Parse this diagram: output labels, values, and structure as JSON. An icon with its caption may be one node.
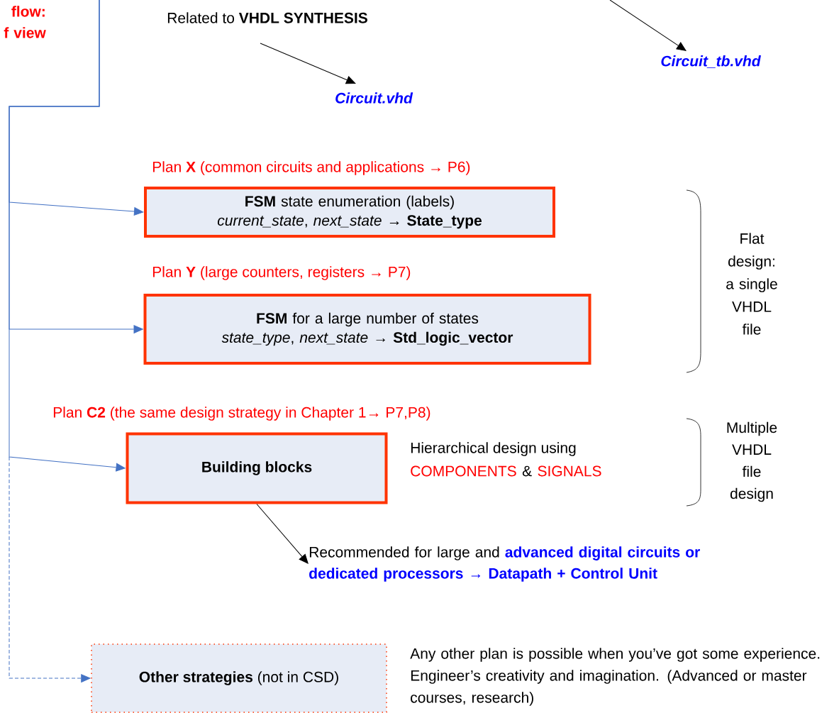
{
  "diagram": {
    "nodes": [
      {
        "text": [
          "Related to **VHDL SYNTHESIS**"
        ]
      },
      {
        "text": [
          "Circuit.vhd"
        ]
      },
      {
        "text": [
          "Circuit_tb.vhd"
        ]
      },
      {
        "text": [
          "Plan **X** (common circuits and applications → P6)",
          "**FSM** state enumeration (labels) *current_state*, *next_state* → **State_type**"
        ]
      },
      {
        "text": [
          "Plan **Y** (large counters, registers → P7)",
          "**FSM** for a large number of states *state_type*, *next_state* → **Std_logic_vector**"
        ]
      },
      {
        "text": [
          "Plan **C2** (the same design strategy in Chapter 1→ P7,P8)",
          "Building blocks"
        ],
        "beside": [
          "Hierarchical design using",
          "COMPONENTS",
          "&",
          "SIGNALS"
        ]
      },
      {
        "text": [
          "Recommended for large and **advanced digital circuits or dedicated processors → Datapath + Control Unit**"
        ]
      },
      {
        "text": [
          "**Other strategies** (not in CSD)"
        ],
        "beside": [
          "Any other plan is possible when you’ve got some experience. Engineer’s creativity and imagination. (Advanced or master courses, research)"
        ]
      }
    ],
    "edges": [
      {
        "from": 0,
        "to": 1,
        "arrow": "to",
        "color": "#000000"
      },
      {
        "from": null,
        "to": 2,
        "arrow": "to",
        "color": "#000000"
      },
      {
        "from": null,
        "to": 3,
        "arrow": "to"
      },
      {
        "from": null,
        "to": 4,
        "arrow": "to"
      },
      {
        "from": null,
        "to": 5,
        "arrow": "to"
      },
      {
        "from": null,
        "to": 7,
        "arrow": "to",
        "style": "dashed"
      },
      {
        "from": 5,
        "to": 6,
        "arrow": "to",
        "color": "#000000"
      }
    ],
    "labels": [
      "flow: f view",
      "Flat design: a single VHDL file",
      "Multiple VHDL file design"
    ]
  }
}
